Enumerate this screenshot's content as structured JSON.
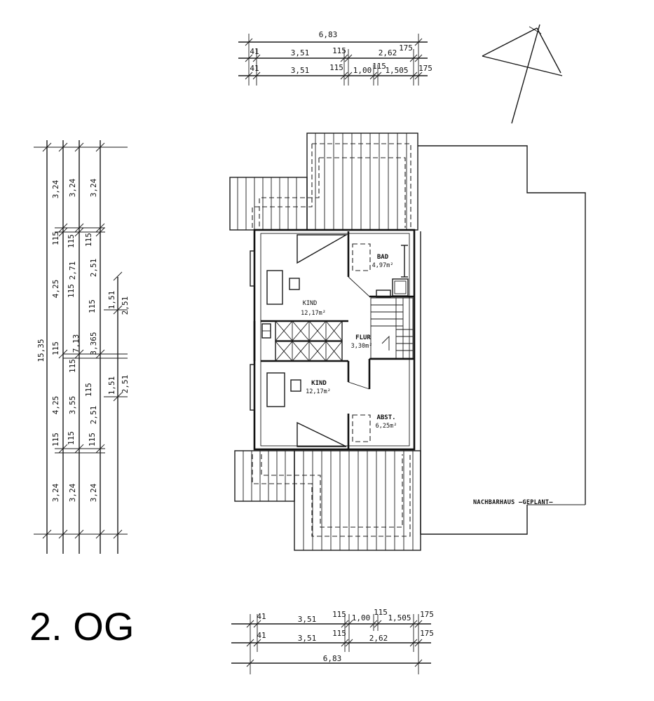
{
  "floor_title": "2. OG",
  "rooms": {
    "kind_top": {
      "name": "KIND",
      "area": "12,17m²"
    },
    "bad": {
      "name": "BAD",
      "area": "4,97m²"
    },
    "flur": {
      "name": "FLUR",
      "area": "3,30m²"
    },
    "kind_bottom": {
      "name": "KIND",
      "area": "12,17m²"
    },
    "abst": {
      "name": "ABST.",
      "area": "6,25m²"
    }
  },
  "neighbor_label": "NACHBARHAUS —GEPLANT—",
  "top_dims": {
    "overall": "6,83",
    "row1": [
      "41",
      "3,51",
      "115",
      "2,62",
      "175"
    ],
    "row2": [
      "41",
      "3,51",
      "115",
      "1,00",
      "115",
      "1,505",
      "175"
    ]
  },
  "bottom_dims": {
    "row1": [
      "41",
      "3,51",
      "115",
      "1,00",
      "115",
      "1,505",
      "175"
    ],
    "row2": [
      "41",
      "3,51",
      "115",
      "2,62",
      "175"
    ],
    "overall": "6,83"
  },
  "left_dims": {
    "overall": "15,35",
    "col_a": [
      "3,24",
      "115",
      "4,25",
      "115",
      "4,25",
      "115",
      "3,24"
    ],
    "col_b": [
      "3,24",
      "115",
      "2,71",
      "115",
      "7,13",
      "115",
      "3,55",
      "115",
      "3,24"
    ],
    "col_c": [
      "3,24",
      "115",
      "2,51",
      "115",
      "3,365",
      "115",
      "2,51",
      "115",
      "3,24"
    ],
    "col_d": [
      "1,51",
      "2,51",
      "1,51",
      "2,51"
    ]
  }
}
